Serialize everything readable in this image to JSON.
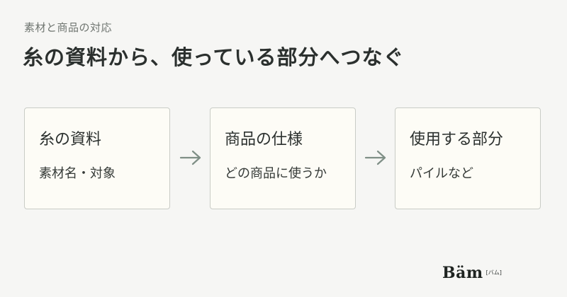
{
  "eyebrow": "素材と商品の対応",
  "headline": "糸の資料から、使っている部分へつなぐ",
  "cards": [
    {
      "title": "糸の資料",
      "subtitle": "素材名・対象"
    },
    {
      "title": "商品の仕様",
      "subtitle": "どの商品に使うか"
    },
    {
      "title": "使用する部分",
      "subtitle": "パイルなど"
    }
  ],
  "arrow_icon": "right-arrow",
  "brand": {
    "logo_text": "Bäm",
    "reading": "[バム]"
  },
  "colors": {
    "background": "#f6f6f4",
    "card_fill": "#fdfcf6",
    "card_border": "#c9ccc6",
    "arrow": "#7f8f86",
    "text": "#2b302e"
  }
}
